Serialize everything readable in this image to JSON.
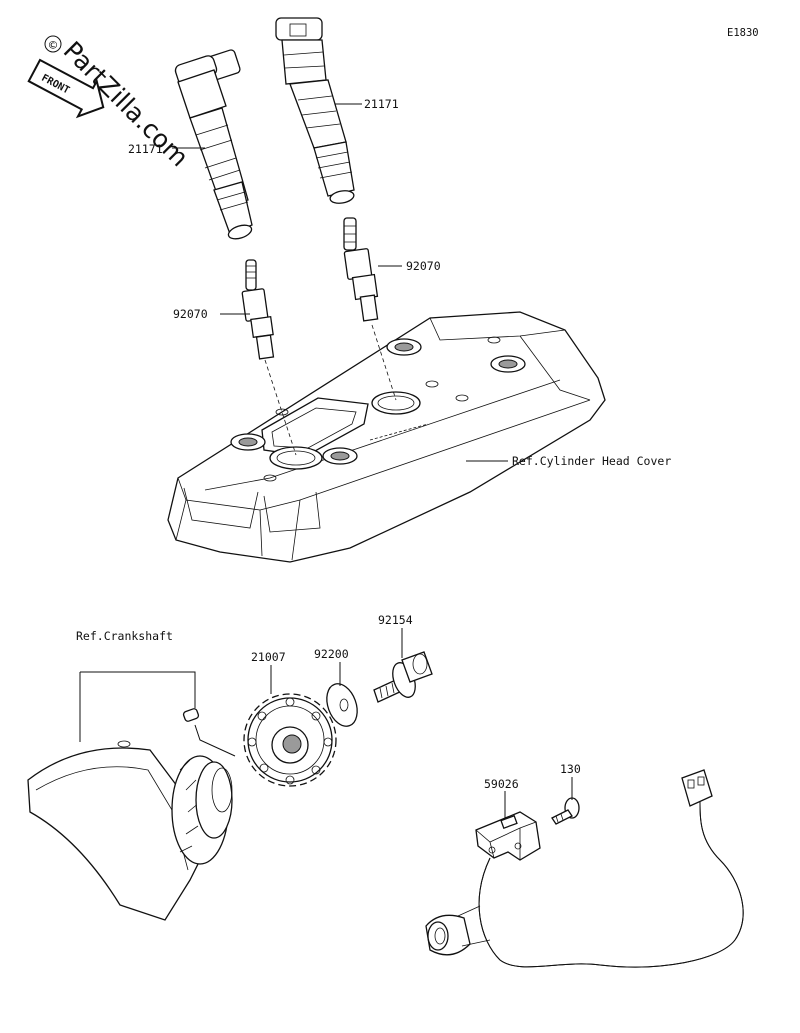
{
  "diagram_code": "E1830",
  "watermark": {
    "text": "PartZilla.com",
    "copyright_symbol": "©",
    "front_label": "FRONT"
  },
  "parts": {
    "coil_left": "21171",
    "coil_right": "21171",
    "plug_left": "92070",
    "plug_right": "92070",
    "rotor": "21007",
    "washer": "92200",
    "bolt": "92154",
    "pickup_coil": "59026",
    "pickup_bolt": "130"
  },
  "references": {
    "cylinder_head_cover": "Ref.Cylinder Head Cover",
    "crankshaft": "Ref.Crankshaft"
  },
  "icons": [
    "front-arrow-icon",
    "copyright-icon"
  ]
}
